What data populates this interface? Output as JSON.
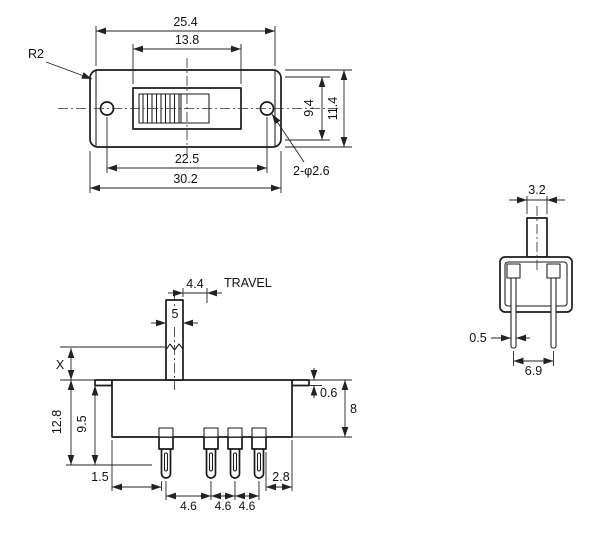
{
  "colors": {
    "ink": "#1a1a1a",
    "background": "#ffffff"
  },
  "top_view": {
    "flat_width": "25.4",
    "slot_width": "13.8",
    "corner_radius": "R2",
    "inner_height": "9.4",
    "overall_height": "11.4",
    "hole_pitch": "22.5",
    "overall_width": "30.2",
    "hole_callout": "2-φ2.6"
  },
  "front_view": {
    "travel_label": "TRAVEL",
    "travel": "4.4",
    "knob_width": "5",
    "knob_height": "X",
    "overall_height": "12.8",
    "body_to_pin_height": "9.5",
    "flange_thickness": "0.6",
    "body_height": "8",
    "left_pin_offset": "1.5",
    "right_pin_offset": "2.8",
    "pin_pitches": [
      "4.6",
      "4.6",
      "4.6"
    ]
  },
  "side_view": {
    "knob_depth": "3.2",
    "pin_thickness": "0.5",
    "pin_row_pitch": "6.9"
  }
}
